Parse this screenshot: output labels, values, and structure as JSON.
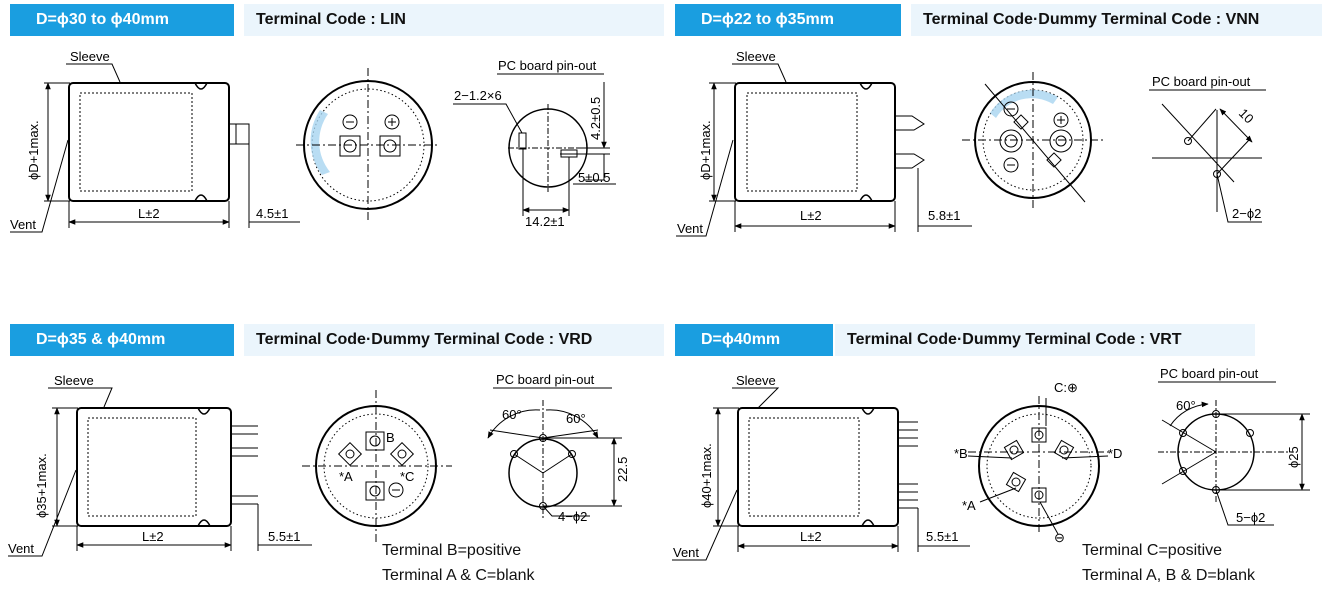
{
  "panels": {
    "lin": {
      "size_header": "D=ϕ30 to ϕ40mm",
      "terminal_header": "Terminal Code : LIN",
      "sleeve": "Sleeve",
      "vent": "Vent",
      "dia_label": "ϕD+1max.",
      "length": "L±2",
      "pin_len": "4.5±1",
      "pcb_title": "PC board pin-out",
      "slot": "2−1.2×6",
      "dim_v": "4.2±0.5",
      "dim_h": "5±0.5",
      "dim_w": "14.2±1"
    },
    "vnn": {
      "size_header": "D=ϕ22 to ϕ35mm",
      "terminal_header": "Terminal Code·Dummy Terminal Code : VNN",
      "sleeve": "Sleeve",
      "vent": "Vent",
      "dia_label": "ϕD+1max.",
      "length": "L±2",
      "pin_len": "5.8±1",
      "pcb_title": "PC board pin-out",
      "spacing": "10",
      "holes": "2−ϕ2"
    },
    "vrd": {
      "size_header": "D=ϕ35 & ϕ40mm",
      "terminal_header": "Terminal Code·Dummy Terminal Code : VRD",
      "sleeve": "Sleeve",
      "vent": "Vent",
      "dia_label": "ϕ35+1max.",
      "length": "L±2",
      "pin_len": "5.5±1",
      "pcb_title": "PC board pin-out",
      "angle1": "60°",
      "angle2": "60°",
      "dim": "22.5",
      "holes": "4−ϕ2",
      "term_a": "*A",
      "term_b": "B",
      "term_c": "*C",
      "note1": "Terminal B=positive",
      "note2": "Terminal A & C=blank"
    },
    "vrt": {
      "size_header": "D=ϕ40mm",
      "terminal_header": "Terminal Code·Dummy Terminal Code : VRT",
      "sleeve": "Sleeve",
      "vent": "Vent",
      "dia_label": "ϕ40+1max.",
      "length": "L±2",
      "pin_len": "5.5±1",
      "pcb_title": "PC board pin-out",
      "angle": "60°",
      "dim": "ϕ25",
      "holes": "5−ϕ2",
      "term_a": "*A",
      "term_b": "*B",
      "term_c": "C:⊕",
      "term_d": "*D",
      "minus": "⊖",
      "note1": "Terminal C=positive",
      "note2": "Terminal A, B & D=blank"
    }
  },
  "colors": {
    "header_blue": "#1a9ee0",
    "header_light": "#ebf5fc",
    "vent_blue": "#a7d4f0"
  }
}
